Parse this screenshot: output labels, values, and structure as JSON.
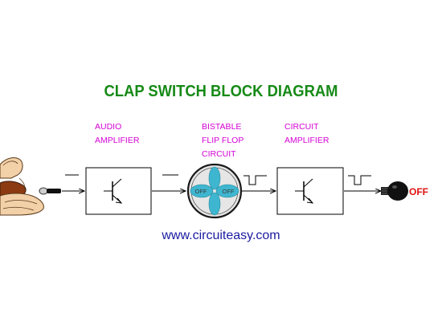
{
  "title": "CLAP SWITCH BLOCK DIAGRAM",
  "blocks": [
    {
      "lines": [
        "AUDIO",
        "AMPLIFIER"
      ]
    },
    {
      "lines": [
        "BISTABLE",
        "FLIP FLOP",
        "CIRCUIT"
      ]
    },
    {
      "lines": [
        "CIRCUIT",
        "AMPLIFIER"
      ]
    }
  ],
  "flipflop": {
    "left_state": "OFF",
    "right_state": "OFF"
  },
  "output_state": "OFF",
  "website": "www.circuiteasy.com",
  "colors": {
    "title": "#168a16",
    "labels": "#d400d4",
    "website": "#1a1aa0",
    "flipflop_fill": "#3fb6cf",
    "output": "#dd1111"
  },
  "icons": [
    "clapping-hands-icon",
    "microphone-icon",
    "transistor-icon",
    "bulb-icon"
  ]
}
